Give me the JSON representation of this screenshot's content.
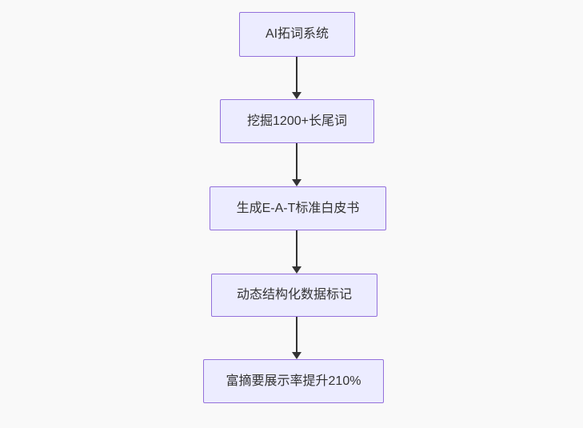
{
  "diagram": {
    "type": "flowchart",
    "direction": "top-to-bottom",
    "nodes": [
      {
        "id": "A",
        "label": "AI拓词系统"
      },
      {
        "id": "B",
        "label": "挖掘1200+长尾词"
      },
      {
        "id": "C",
        "label": "生成E-A-T标准白皮书"
      },
      {
        "id": "D",
        "label": "动态结构化数据标记"
      },
      {
        "id": "E",
        "label": "富摘要展示率提升210%"
      }
    ],
    "edges": [
      {
        "from": "A",
        "to": "B"
      },
      {
        "from": "B",
        "to": "C"
      },
      {
        "from": "C",
        "to": "D"
      },
      {
        "from": "D",
        "to": "E"
      }
    ],
    "colors": {
      "node_fill": "#ececff",
      "node_border": "#9370db",
      "node_text": "#333333",
      "edge": "#333333",
      "background": "#f9f9f9"
    }
  }
}
